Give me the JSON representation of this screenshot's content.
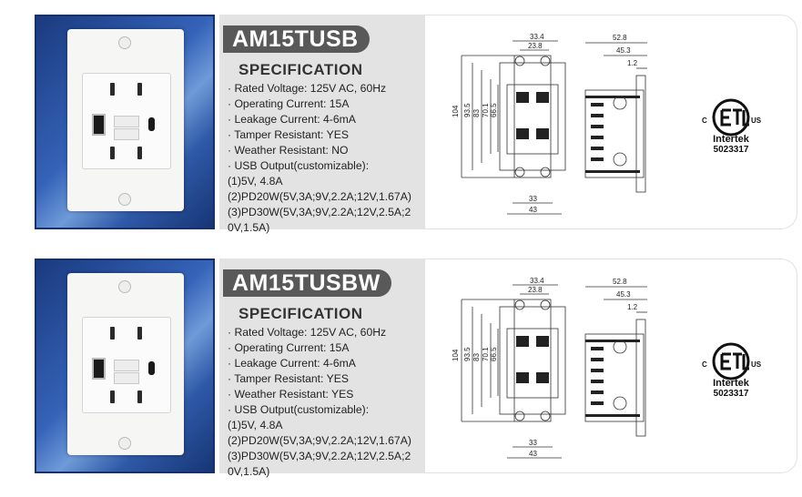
{
  "products": [
    {
      "model": "AM15TUSB",
      "spec_heading": "SPECIFICATION",
      "specs": [
        "· Rated Voltage: 125V AC, 60Hz",
        "· Operating Current: 15A",
        "· Leakage Current: 4-6mA",
        "· Tamper Resistant: YES",
        "· Weather Resistant: NO",
        "· USB Output(customizable):",
        "(1)5V, 4.8A",
        "(2)PD20W(5V,3A;9V,2.2A;12V,1.67A)",
        "(3)PD30W(5V,3A;9V,2.2A;12V,2.5A;2 0V,1.5A)"
      ],
      "dims": {
        "w_top": "33.4",
        "w_mid": "23.8",
        "h1": "104",
        "h2": "93.5",
        "h3": "83",
        "h4": "70.1",
        "h5": "66.5",
        "w_b1": "33",
        "w_b2": "43",
        "d1": "52.8",
        "d2": "45.3",
        "d3": "1.2"
      },
      "cert": {
        "label": "Intertek",
        "number": "5023317"
      }
    },
    {
      "model": "AM15TUSBW",
      "spec_heading": "SPECIFICATION",
      "specs": [
        "· Rated Voltage: 125V AC, 60Hz",
        "· Operating Current: 15A",
        "· Leakage Current: 4-6mA",
        "· Tamper Resistant: YES",
        "· Weather Resistant: YES",
        "· USB Output(customizable):",
        "(1)5V, 4.8A",
        "(2)PD20W(5V,3A;9V,2.2A;12V,1.67A)",
        "(3)PD30W(5V,3A;9V,2.2A;12V,2.5A;2 0V,1.5A)"
      ],
      "dims": {
        "w_top": "33.4",
        "w_mid": "23.8",
        "h1": "104",
        "h2": "93.5",
        "h3": "83",
        "h4": "70.1",
        "h5": "66.5",
        "w_b1": "33",
        "w_b2": "43",
        "d1": "52.8",
        "d2": "45.3",
        "d3": "1.2"
      },
      "cert": {
        "label": "Intertek",
        "number": "5023317"
      }
    }
  ]
}
